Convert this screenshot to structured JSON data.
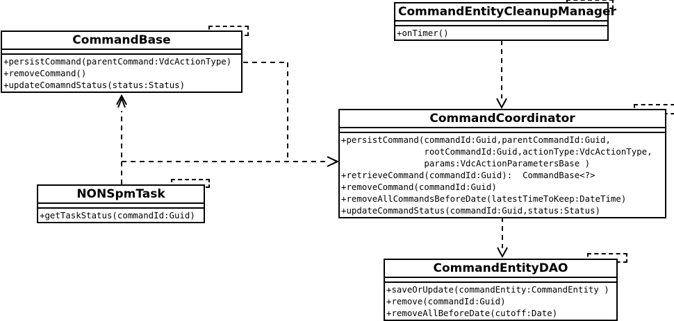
{
  "diagram": {
    "kind": "uml-class-diagram",
    "colors": {
      "line": "#000000",
      "background": "#ffffff"
    },
    "classes": [
      {
        "id": "command-base",
        "name": "CommandBase",
        "methods": [
          "+persistCommand(parentCommand:VdcActionType)",
          "+removeCommand()",
          "+updateComamndStatus(status:Status)"
        ]
      },
      {
        "id": "command-entity-cleanup-manager",
        "name": "CommandEntityCleanupManager",
        "methods": [
          "+onTimer()"
        ]
      },
      {
        "id": "command-coordinator",
        "name": "CommandCoordinator",
        "methods": [
          "+persistCommand(commandId:Guid,parentCommandId:Guid,",
          "                rootCommandId:Guid,actionType:VdcActionType,",
          "                params:VdcActionParametersBase )",
          "+retrieveCommand(commandId:Guid):  CommandBase<?>",
          "+removeCommand(commandId:Guid)",
          "+removeAllCommandsBeforeDate(latestTimeToKeep:DateTime)",
          "+updateCommandStatus(commandId:Guid,status:Status)"
        ]
      },
      {
        "id": "non-spm-task",
        "name": "NONSpmTask",
        "methods": [
          "+getTaskStatus(commandId:Guid)"
        ]
      },
      {
        "id": "command-entity-dao",
        "name": "CommandEntityDAO",
        "methods": [
          "+saveOrUpdate(commandEntity:CommandEntity )",
          "+remove(commandId:Guid)",
          "+removeAllBeforeDate(cutoff:Date)"
        ]
      }
    ],
    "relationships": [
      {
        "from": "CommandEntityCleanupManager",
        "to": "CommandCoordinator",
        "type": "dashed-dependency-arrow"
      },
      {
        "from": "CommandCoordinator",
        "to": "CommandEntityDAO",
        "type": "dashed-dependency-arrow"
      },
      {
        "from": "NONSpmTask",
        "to": "CommandBase",
        "type": "dashed-dependency-arrow"
      },
      {
        "from": "NONSpmTask",
        "to": "CommandCoordinator",
        "type": "dashed-dependency-arrow"
      },
      {
        "from": "CommandBase",
        "to": "CommandCoordinator",
        "type": "dashed-dependency-arrow"
      }
    ]
  }
}
